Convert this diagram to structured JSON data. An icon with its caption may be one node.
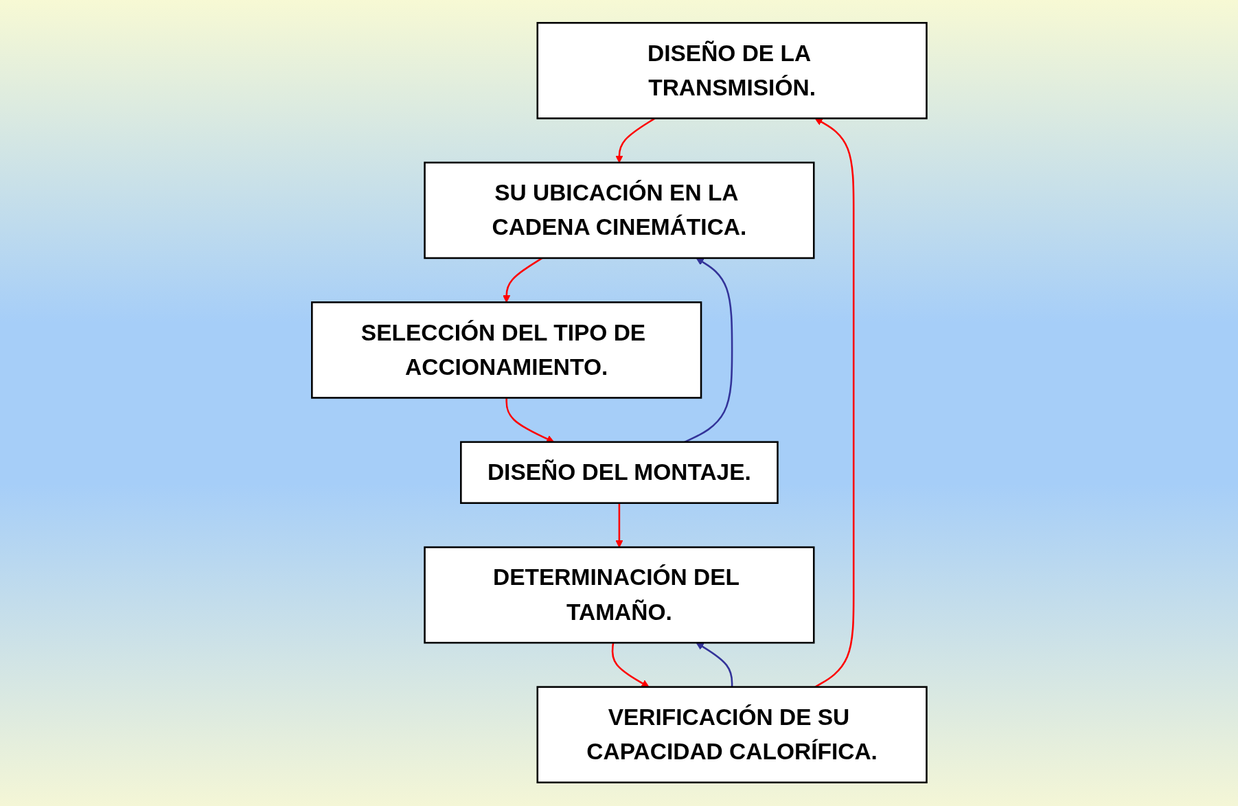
{
  "diagram": {
    "nodes": [
      {
        "text": [
          "DISEÑO DE LA TRANSMISIÓN."
        ]
      },
      {
        "text": [
          "SU UBICACIÓN EN LA CADENA CINEMÁTICA."
        ]
      },
      {
        "text": [
          "SELECCIÓN DEL TIPO DE ACCIONAMIENTO."
        ]
      },
      {
        "text": [
          "DISEÑO DEL MONTAJE."
        ]
      },
      {
        "text": [
          "DETERMINACIÓN DEL TAMAÑO."
        ]
      },
      {
        "text": [
          "VERIFICACIÓN DE SU CAPACIDAD CALORÍFICA."
        ]
      }
    ],
    "edges": [
      {
        "from": 0,
        "to": 1,
        "arrow": "to"
      },
      {
        "from": 1,
        "to": 2,
        "arrow": "to"
      },
      {
        "from": 2,
        "to": 3,
        "arrow": "to"
      },
      {
        "from": 3,
        "to": 1,
        "arrow": "to",
        "color": "#333399"
      },
      {
        "from": 3,
        "to": 4,
        "arrow": "to"
      },
      {
        "from": 4,
        "to": 5,
        "arrow": "to"
      },
      {
        "from": 5,
        "to": 4,
        "arrow": "to",
        "color": "#333399"
      },
      {
        "from": 5,
        "to": 0,
        "arrow": "to"
      }
    ]
  }
}
